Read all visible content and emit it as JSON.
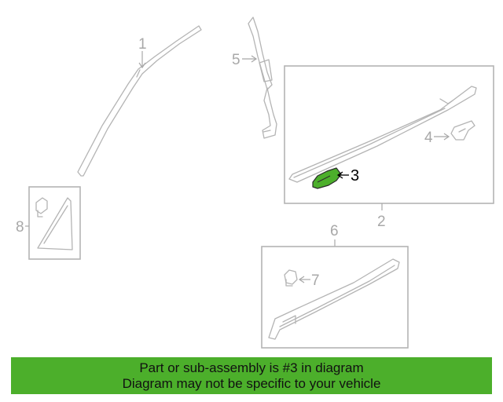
{
  "diagram": {
    "callouts": [
      {
        "id": "1",
        "label": "1"
      },
      {
        "id": "2",
        "label": "2"
      },
      {
        "id": "3",
        "label": "3"
      },
      {
        "id": "4",
        "label": "4"
      },
      {
        "id": "5",
        "label": "5"
      },
      {
        "id": "6",
        "label": "6"
      },
      {
        "id": "7",
        "label": "7"
      },
      {
        "id": "8",
        "label": "8"
      }
    ],
    "highlighted_part": "3",
    "highlight_color": "#4caf2b",
    "line_color": "#b4b4b4"
  },
  "banner": {
    "line1": "Part or sub-assembly is #3 in diagram",
    "line2": "Diagram may not be specific to your vehicle",
    "background": "#4caf2b"
  }
}
